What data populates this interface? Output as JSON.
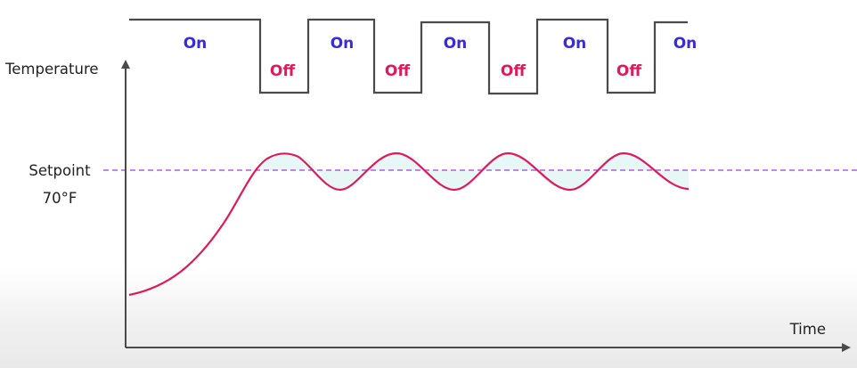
{
  "colors": {
    "on": "#3a2bd8",
    "off": "#e0195e",
    "axis": "#4a4a4a",
    "square_wave": "#4a4a4a",
    "temperature_curve": "#e0195e",
    "setpoint_line": "#b05fe0",
    "fill_band": "#e6f7f5"
  },
  "axes": {
    "y_label": "Temperature",
    "x_label": "Time",
    "setpoint_label": "Setpoint",
    "setpoint_value": "70°F"
  },
  "states": [
    {
      "label": "On",
      "state": "on"
    },
    {
      "label": "Off",
      "state": "off"
    },
    {
      "label": "On",
      "state": "on"
    },
    {
      "label": "Off",
      "state": "off"
    },
    {
      "label": "On",
      "state": "on"
    },
    {
      "label": "Off",
      "state": "off"
    },
    {
      "label": "On",
      "state": "on"
    },
    {
      "label": "Off",
      "state": "off"
    },
    {
      "label": "On",
      "state": "on"
    }
  ]
}
